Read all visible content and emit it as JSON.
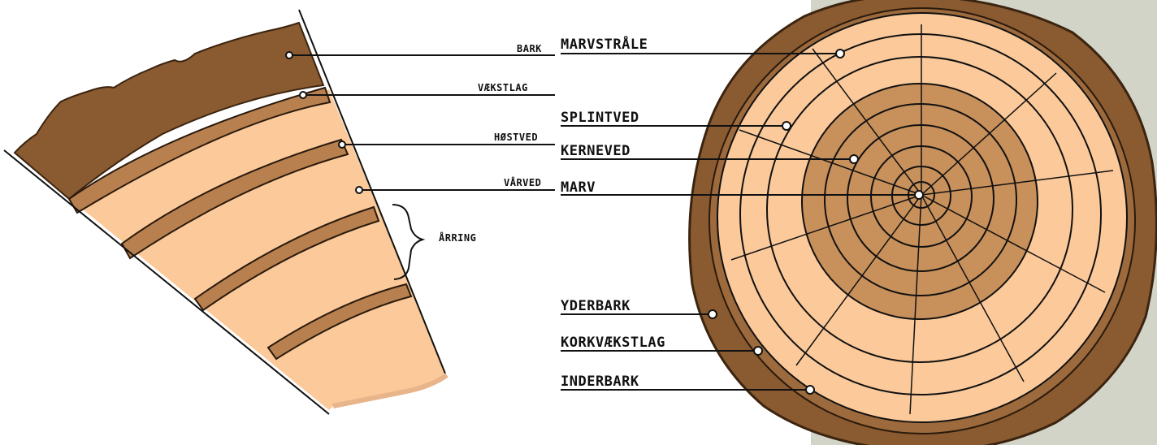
{
  "colors": {
    "bark": "#8a5a30",
    "bark_outline": "#3b2410",
    "sapwood": "#fbc99a",
    "heartwood": "#c8905a",
    "latewood": "#b8804f",
    "side_panel": "#d2d4c7",
    "ink": "#111111"
  },
  "wedge_labels": {
    "bark": "BARK",
    "cambium": "VÆKSTLAG",
    "latewood": "HØSTVED",
    "earlywood": "VÅRVED",
    "annual_ring": "ÅRRING"
  },
  "log_labels": {
    "ray": "MARVSTRÅLE",
    "sapwood": "SPLINTVED",
    "heartwood": "KERNEVED",
    "pith": "MARV",
    "outer_bark": "YDERBARK",
    "cork_cambium": "KORKVÆKSTLAG",
    "inner_bark": "INDERBARK"
  }
}
